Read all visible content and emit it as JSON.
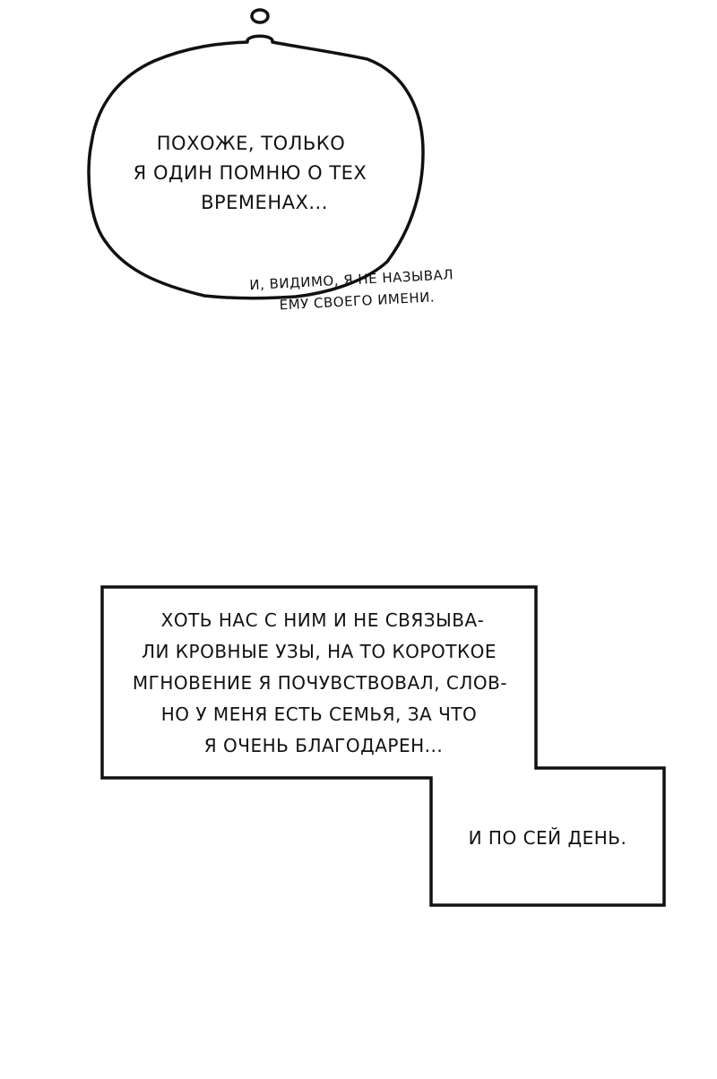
{
  "thought_bubble": {
    "lines": [
      "ПОХОЖЕ, ТОЛЬКО",
      "Я ОДИН ПОМНЮ О ТЕХ",
      "ВРЕМЕНАХ..."
    ]
  },
  "aside_caption": {
    "lines": [
      "И, ВИДИМО, Я НЕ НАЗЫВАЛ",
      "ЕМУ СВОЕГО ИМЕНИ."
    ]
  },
  "narration_box": {
    "lines": [
      "ХОТЬ НАС С НИМ И НЕ СВЯЗЫВА-",
      "ЛИ КРОВНЫЕ УЗЫ, НА ТО КОРОТКОЕ",
      "МГНОВЕНИЕ Я ПОЧУВСТВОВАЛ, СЛОВ-",
      "НО У МЕНЯ ЕСТЬ СЕМЬЯ, ЗА ЧТО",
      "Я ОЧЕНЬ БЛАГОДАРЕН..."
    ],
    "tail_text": "И ПО СЕЙ ДЕНЬ."
  },
  "colors": {
    "background": "#ffffff",
    "ink": "#111111"
  }
}
